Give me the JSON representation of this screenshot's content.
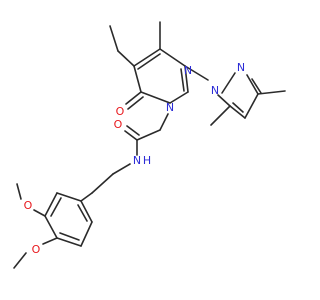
{
  "colors": {
    "bond": "#2b2b2b",
    "O": "#e8191e",
    "N": "#2c2cd6",
    "background": "#ffffff"
  },
  "atoms": {
    "O_ketone": "O",
    "N_ring_top": "N",
    "N_ring_bottom": "N",
    "N_pyrazole_attached": "N",
    "N_pyrazole_upper": "N",
    "O_amide": "O",
    "NH_amide": "N",
    "H_amide": "H",
    "O_methoxy_upper": "O",
    "O_methoxy_lower": "O"
  }
}
